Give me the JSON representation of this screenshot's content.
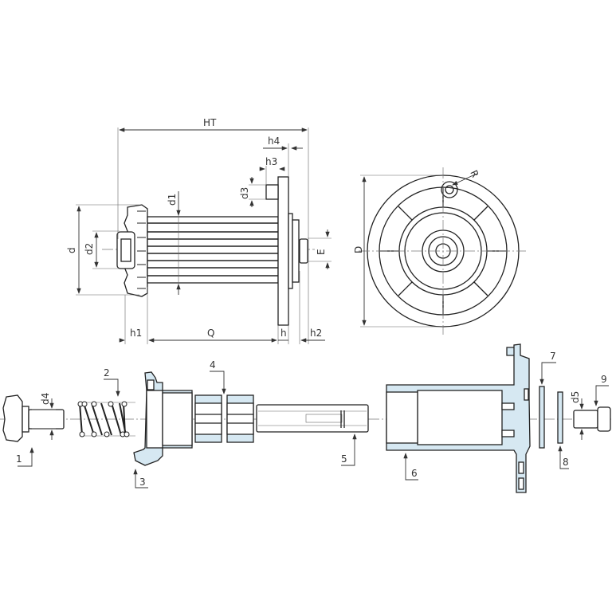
{
  "colors": {
    "part_fill": "#d6e8f2",
    "line": "#222222"
  },
  "dimensions": {
    "HT": "HT",
    "h4": "h4",
    "h3": "h3",
    "d3": "d3",
    "d1": "d1",
    "d": "d",
    "d2": "d2",
    "E": "E",
    "h1": "h1",
    "Q": "Q",
    "h": "h",
    "h2": "h2",
    "D": "D",
    "R": "R",
    "d4": "d4",
    "d5": "d5"
  },
  "parts": [
    "1",
    "2",
    "3",
    "4",
    "5",
    "6",
    "7",
    "8",
    "9"
  ]
}
